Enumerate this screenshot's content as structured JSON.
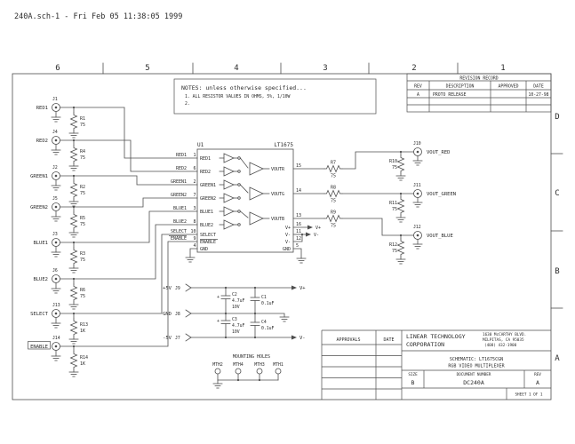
{
  "header": {
    "title": "240A.sch-1 - Fri Feb 05 11:38:05 1999"
  },
  "border": {
    "cols": [
      "6",
      "5",
      "4",
      "3",
      "2",
      "1"
    ],
    "rows": [
      "D",
      "C",
      "B",
      "A"
    ]
  },
  "notes": {
    "title": "NOTES: unless otherwise specified...",
    "line1": "1. ALL RESISTOR VALUES IN OHMS, 5%, 1/10W",
    "line2": "2."
  },
  "revision": {
    "title": "REVISION RECORD",
    "col_rev": "REV",
    "col_desc": "DESCRIPTION",
    "col_appr": "APPROVED",
    "col_date": "DATE",
    "row_rev": "A",
    "row_desc": "PROTO RELEASE",
    "row_appr": "",
    "row_date": "10-27-98"
  },
  "inputs": [
    {
      "signal": "RED1",
      "ref": "J1",
      "res": "R1",
      "val": "75"
    },
    {
      "signal": "RED2",
      "ref": "J4",
      "res": "R4",
      "val": "75"
    },
    {
      "signal": "GREEN1",
      "ref": "J2",
      "res": "R2",
      "val": "75"
    },
    {
      "signal": "GREEN2",
      "ref": "J5",
      "res": "R5",
      "val": "75"
    },
    {
      "signal": "BLUE1",
      "ref": "J3",
      "res": "R3",
      "val": "75"
    },
    {
      "signal": "BLUE2",
      "ref": "J6",
      "res": "R6",
      "val": "75"
    },
    {
      "signal": "SELECT",
      "ref": "J13",
      "res": "R13",
      "val": "1K"
    },
    {
      "signal": "ENABLE",
      "ref": "J14",
      "res": "R14",
      "val": "1K"
    }
  ],
  "ic": {
    "ref": "U1",
    "part": "LT1675",
    "pins": {
      "red1": {
        "name": "RED1",
        "num": "1"
      },
      "red2": {
        "name": "RED2",
        "num": "6"
      },
      "green1": {
        "name": "GREEN1",
        "num": "2"
      },
      "green2": {
        "name": "GREEN2",
        "num": "7"
      },
      "blue1": {
        "name": "BLUE1",
        "num": "3"
      },
      "blue2": {
        "name": "BLUE2",
        "num": "8"
      },
      "select": {
        "name": "SELECT",
        "num": "10"
      },
      "enable": {
        "name": "ENABLE",
        "num": "9"
      },
      "gnd_l": {
        "name": "GND",
        "num": "4"
      },
      "voutr": {
        "name": "VOUTR",
        "num": "15"
      },
      "voutg": {
        "name": "VOUTG",
        "num": "14"
      },
      "voutb": {
        "name": "VOUTB",
        "num": "13"
      },
      "vplus": {
        "name": "V+",
        "num": "16"
      },
      "vminus1": {
        "name": "V-",
        "num": "11"
      },
      "vminus2": {
        "name": "V-",
        "num": "12"
      },
      "gnd_r": {
        "name": "GND",
        "num": "5"
      }
    }
  },
  "outputs": [
    {
      "series_ref": "R7",
      "series_val": "75",
      "shunt_ref": "R10",
      "shunt_val": "75",
      "conn": "J10",
      "label": "VOUT_RED"
    },
    {
      "series_ref": "R8",
      "series_val": "75",
      "shunt_ref": "R11",
      "shunt_val": "75",
      "conn": "J11",
      "label": "VOUT_GREEN"
    },
    {
      "series_ref": "R9",
      "series_val": "75",
      "shunt_ref": "R12",
      "shunt_val": "75",
      "conn": "J12",
      "label": "VOUT_BLUE"
    }
  ],
  "power": {
    "p5": {
      "label": "+5V",
      "ref": "J9"
    },
    "gnd": {
      "label": "GND",
      "ref": "J8"
    },
    "n5": {
      "label": "-5V",
      "ref": "J7"
    },
    "c2": {
      "ref": "C2",
      "val": "4.7uF",
      "volt": "10V",
      "plus": "+"
    },
    "c1": {
      "ref": "C1",
      "val": "0.1uF"
    },
    "c3": {
      "ref": "C3",
      "val": "4.7uF",
      "volt": "10V",
      "plus": "+"
    },
    "c4": {
      "ref": "C4",
      "val": "0.1uF"
    },
    "vplus": "V+",
    "vminus": "V-"
  },
  "mounting": {
    "title": "MOUNTING HOLES",
    "holes": [
      "MTH2",
      "MTH4",
      "MTH3",
      "MTH1"
    ]
  },
  "titleblock": {
    "approvals": "APPROVALS",
    "date": "DATE",
    "company1": "LINEAR TECHNOLOGY",
    "company2": "CORPORATION",
    "addr1": "1630 McCARTHY BLVD.",
    "addr2": "MILPITAS, CA 95035",
    "addr3": "(408) 432-1900",
    "schematic": "SCHEMATIC: LT1675CGN",
    "subtitle": "RGB VIDEO MULTIPLEXER",
    "size_label": "SIZE",
    "size": "B",
    "doc_label": "DOCUMENT NUMBER",
    "doc": "DC240A",
    "rev_label": "REV",
    "rev": "A",
    "sheet": "SHEET 1 OF 1"
  },
  "colors": {
    "line": "#4d4d4d",
    "text": "#2b2b2b",
    "bg": "#ffffff"
  }
}
